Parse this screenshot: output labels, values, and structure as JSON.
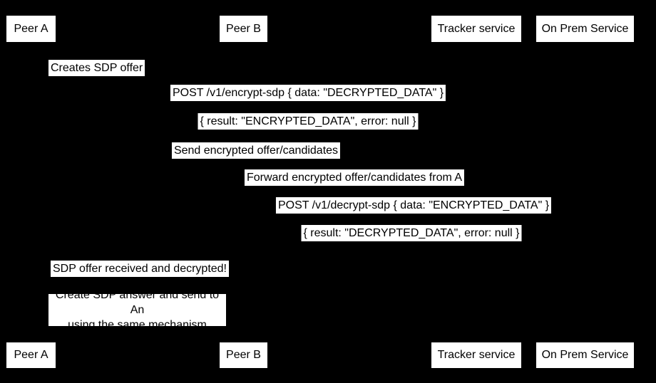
{
  "colors": {
    "background": "#000000",
    "label_background": "#ffffff",
    "label_text": "#000000",
    "line_color": "#000000"
  },
  "participants": [
    {
      "id": "peer-a",
      "label": "Peer A"
    },
    {
      "id": "peer-b",
      "label": "Peer B"
    },
    {
      "id": "tracker-service",
      "label": "Tracker service"
    },
    {
      "id": "on-prem-service",
      "label": "On Prem Service"
    }
  ],
  "messages": [
    {
      "label": "Creates SDP offer"
    },
    {
      "label": "POST /v1/encrypt-sdp { data: \"DECRYPTED_DATA\" }"
    },
    {
      "label": "{ result: \"ENCRYPTED_DATA\", error: null }"
    },
    {
      "label": "Send encrypted offer/candidates"
    },
    {
      "label": "Forward encrypted offer/candidates from A"
    },
    {
      "label": "POST /v1/decrypt-sdp { data: \"ENCRYPTED_DATA\" }"
    },
    {
      "label": "{ result: \"DECRYPTED_DATA\", error: null }"
    },
    {
      "label": "SDP offer received and decrypted!"
    }
  ],
  "note": {
    "line1": "Create SDP answer and send to An",
    "line2": "using the same mechanism"
  }
}
